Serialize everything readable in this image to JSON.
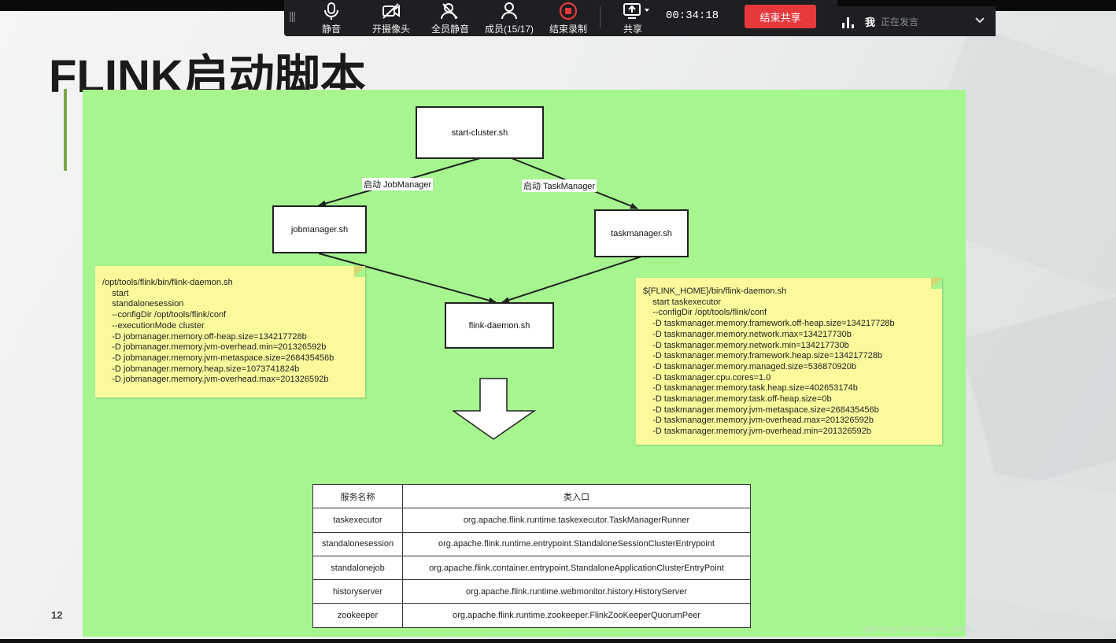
{
  "toolbar": {
    "items": [
      {
        "label": "静音",
        "icon": "microphone-icon"
      },
      {
        "label": "开摄像头",
        "icon": "camera-off-icon"
      },
      {
        "label": "全员静音",
        "icon": "mute-all-icon"
      },
      {
        "label": "成员(15/17)",
        "icon": "members-icon"
      },
      {
        "label": "结束录制",
        "icon": "stop-record-icon"
      },
      {
        "label": "共享",
        "icon": "share-screen-icon"
      }
    ],
    "timer": "00:34:18",
    "end_share_label": "结束共享",
    "colors": {
      "bar": "#1e1f22",
      "end_share": "#e5393c",
      "record": "#e5393c"
    }
  },
  "speaker": {
    "name": "我",
    "status": "正在发言"
  },
  "slide": {
    "title": "FLINK启动脚本",
    "page_number": "12",
    "watermark": "https://blog.csdn.net/weixin_43448..."
  },
  "diagram": {
    "nodes": {
      "start_cluster": "start-cluster.sh",
      "jobmanager": "jobmanager.sh",
      "taskmanager": "taskmanager.sh",
      "flink_daemon": "flink-daemon.sh"
    },
    "edge_labels": {
      "to_jobmanager": "启动 JobManager",
      "to_taskmanager": "启动 TaskManager"
    },
    "note_left": [
      "/opt/tools/flink/bin/flink-daemon.sh",
      "    start",
      "    standalonesession",
      "    --configDir /opt/tools/flink/conf",
      "    --executionMode cluster",
      "    -D jobmanager.memory.off-heap.size=134217728b",
      "    -D jobmanager.memory.jvm-overhead.min=201326592b",
      "    -D jobmanager.memory.jvm-metaspace.size=268435456b",
      "    -D jobmanager.memory.heap.size=1073741824b",
      "    -D jobmanager.memory.jvm-overhead.max=201326592b"
    ],
    "note_right": [
      "${FLINK_HOME}/bin/flink-daemon.sh",
      "    start taskexecutor",
      "    --configDir /opt/tools/flink/conf",
      "    -D taskmanager.memory.framework.off-heap.size=134217728b",
      "    -D taskmanager.memory.network.max=134217730b",
      "    -D taskmanager.memory.network.min=134217730b",
      "    -D taskmanager.memory.framework.heap.size=134217728b",
      "    -D taskmanager.memory.managed.size=536870920b",
      "    -D taskmanager.cpu.cores=1.0",
      "    -D taskmanager.memory.task.heap.size=402653174b",
      "    -D taskmanager.memory.task.off-heap.size=0b",
      "    -D taskmanager.memory.jvm-metaspace.size=268435456b",
      "    -D taskmanager.memory.jvm-overhead.max=201326592b",
      "    -D taskmanager.memory.jvm-overhead.min=201326592b"
    ],
    "colors": {
      "panel": "#a6f58f",
      "note": "#fafa9c"
    }
  },
  "table": {
    "headers": [
      "服务名称",
      "类入口"
    ],
    "rows": [
      [
        "taskexecutor",
        "org.apache.flink.runtime.taskexecutor.TaskManagerRunner"
      ],
      [
        "standalonesession",
        "org.apache.flink.runtime.entrypoint.StandaloneSessionClusterEntrypoint"
      ],
      [
        "standalonejob",
        "org.apache.flink.container.entrypoint.StandaloneApplicationClusterEntryPoint"
      ],
      [
        "historyserver",
        "org.apache.flink.runtime.webmonitor.history.HistoryServer"
      ],
      [
        "zookeeper",
        "org.apache.flink.runtime.zookeeper.FlinkZooKeeperQuorumPeer"
      ]
    ]
  }
}
